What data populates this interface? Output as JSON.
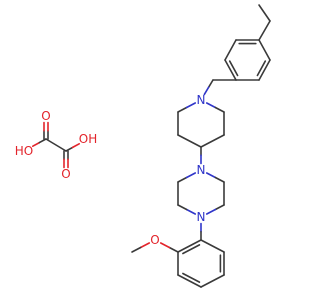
{
  "structure": {
    "atoms": [
      {
        "id": "c_ethyl_ch3",
        "label": ""
      },
      {
        "id": "c_ethyl_ch2",
        "label": ""
      },
      {
        "id": "c_ar1_1",
        "label": ""
      },
      {
        "id": "c_ar1_2",
        "label": ""
      },
      {
        "id": "c_ar1_3",
        "label": ""
      },
      {
        "id": "c_ar1_4",
        "label": ""
      },
      {
        "id": "c_ar1_5",
        "label": ""
      },
      {
        "id": "c_ar1_6",
        "label": ""
      },
      {
        "id": "c_benzyl_ch2",
        "label": ""
      },
      {
        "id": "n_piperidine",
        "label": "N"
      },
      {
        "id": "c_pip_2",
        "label": ""
      },
      {
        "id": "c_pip_3",
        "label": ""
      },
      {
        "id": "c_pip_4",
        "label": ""
      },
      {
        "id": "c_pip_5",
        "label": ""
      },
      {
        "id": "c_pip_6",
        "label": ""
      },
      {
        "id": "n_piperazine_top",
        "label": "N"
      },
      {
        "id": "c_pz_2",
        "label": ""
      },
      {
        "id": "c_pz_3",
        "label": ""
      },
      {
        "id": "n_piperazine_bottom",
        "label": "N"
      },
      {
        "id": "c_pz_5",
        "label": ""
      },
      {
        "id": "c_pz_6",
        "label": ""
      },
      {
        "id": "c_ar2_1",
        "label": ""
      },
      {
        "id": "c_ar2_2",
        "label": ""
      },
      {
        "id": "c_ar2_3",
        "label": ""
      },
      {
        "id": "c_ar2_4",
        "label": ""
      },
      {
        "id": "c_ar2_5",
        "label": ""
      },
      {
        "id": "c_ar2_6",
        "label": ""
      },
      {
        "id": "o_methoxy",
        "label": "O"
      },
      {
        "id": "c_methoxy",
        "label": ""
      },
      {
        "id": "o_oh_left",
        "label": "HO"
      },
      {
        "id": "c_oxalic_1",
        "label": ""
      },
      {
        "id": "o_keto_1",
        "label": "O"
      },
      {
        "id": "c_oxalic_2",
        "label": ""
      },
      {
        "id": "o_keto_2",
        "label": "O"
      },
      {
        "id": "o_oh_right",
        "label": "OH"
      }
    ],
    "bonds": [
      {
        "a": "c_ethyl_ch3",
        "b": "c_ethyl_ch2",
        "order": 1
      },
      {
        "a": "c_ethyl_ch2",
        "b": "c_ar1_1",
        "order": 1
      },
      {
        "a": "c_ar1_1",
        "b": "c_ar1_2",
        "order": 2
      },
      {
        "a": "c_ar1_2",
        "b": "c_ar1_3",
        "order": 1
      },
      {
        "a": "c_ar1_3",
        "b": "c_ar1_4",
        "order": 2
      },
      {
        "a": "c_ar1_4",
        "b": "c_ar1_5",
        "order": 1
      },
      {
        "a": "c_ar1_5",
        "b": "c_ar1_6",
        "order": 2
      },
      {
        "a": "c_ar1_6",
        "b": "c_ar1_1",
        "order": 1
      },
      {
        "a": "c_ar1_4",
        "b": "c_benzyl_ch2",
        "order": 1
      },
      {
        "a": "c_benzyl_ch2",
        "b": "n_piperidine",
        "order": 1
      },
      {
        "a": "n_piperidine",
        "b": "c_pip_2",
        "order": 1
      },
      {
        "a": "c_pip_2",
        "b": "c_pip_3",
        "order": 1
      },
      {
        "a": "c_pip_3",
        "b": "c_pip_4",
        "order": 1
      },
      {
        "a": "c_pip_4",
        "b": "c_pip_5",
        "order": 1
      },
      {
        "a": "c_pip_5",
        "b": "c_pip_6",
        "order": 1
      },
      {
        "a": "c_pip_6",
        "b": "n_piperidine",
        "order": 1
      },
      {
        "a": "c_pip_4",
        "b": "n_piperazine_top",
        "order": 1
      },
      {
        "a": "n_piperazine_top",
        "b": "c_pz_2",
        "order": 1
      },
      {
        "a": "c_pz_2",
        "b": "c_pz_3",
        "order": 1
      },
      {
        "a": "c_pz_3",
        "b": "n_piperazine_bottom",
        "order": 1
      },
      {
        "a": "n_piperazine_bottom",
        "b": "c_pz_5",
        "order": 1
      },
      {
        "a": "c_pz_5",
        "b": "c_pz_6",
        "order": 1
      },
      {
        "a": "c_pz_6",
        "b": "n_piperazine_top",
        "order": 1
      },
      {
        "a": "n_piperazine_bottom",
        "b": "c_ar2_1",
        "order": 1
      },
      {
        "a": "c_ar2_1",
        "b": "c_ar2_2",
        "order": 2
      },
      {
        "a": "c_ar2_2",
        "b": "c_ar2_3",
        "order": 1
      },
      {
        "a": "c_ar2_3",
        "b": "c_ar2_4",
        "order": 2
      },
      {
        "a": "c_ar2_4",
        "b": "c_ar2_5",
        "order": 1
      },
      {
        "a": "c_ar2_5",
        "b": "c_ar2_6",
        "order": 2
      },
      {
        "a": "c_ar2_6",
        "b": "c_ar2_1",
        "order": 1
      },
      {
        "a": "c_ar2_2",
        "b": "o_methoxy",
        "order": 1
      },
      {
        "a": "o_methoxy",
        "b": "c_methoxy",
        "order": 1
      },
      {
        "a": "o_oh_left",
        "b": "c_oxalic_1",
        "order": 1
      },
      {
        "a": "c_oxalic_1",
        "b": "o_keto_1",
        "order": 2
      },
      {
        "a": "c_oxalic_1",
        "b": "c_oxalic_2",
        "order": 1
      },
      {
        "a": "c_oxalic_2",
        "b": "o_keto_2",
        "order": 2
      },
      {
        "a": "c_oxalic_2",
        "b": "o_oh_right",
        "order": 1
      }
    ]
  },
  "colors": {
    "bond": "#3a3a3a",
    "carbon": "#3a3a3a",
    "nitrogen": "#2f35c9",
    "oxygen": "#e3242b"
  }
}
